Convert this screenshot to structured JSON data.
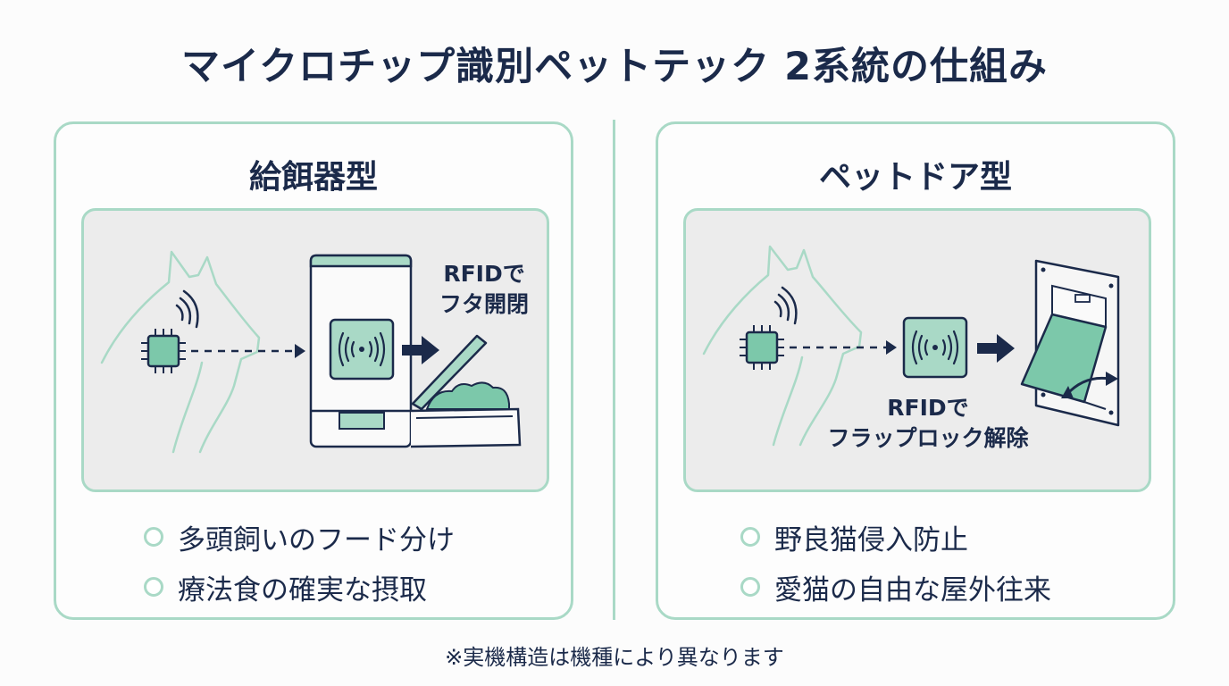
{
  "title": "マイクロチップ識別ペットテック 2系統の仕組み",
  "left_card": {
    "title": "給餌器型",
    "rfid_line1": "RFIDで",
    "rfid_line2": "フタ開閉",
    "bullets": [
      "多頭飼いのフード分け",
      "療法食の確実な摂取"
    ]
  },
  "right_card": {
    "title": "ペットドア型",
    "rfid_line1": "RFIDで",
    "rfid_line2": "フラップロック解除",
    "bullets": [
      "野良猫侵入防止",
      "愛猫の自由な屋外往来"
    ]
  },
  "footnote": "※実機構造は機種により異なります",
  "colors": {
    "accent": "#a9d9c6",
    "accent_fill": "#7cc8aa",
    "navy": "#1b2a4a",
    "panel_bg": "#ececec"
  },
  "icons": [
    "cat-outline-icon",
    "microchip-icon",
    "signal-waves-icon",
    "rfid-reader-icon",
    "arrow-right-icon",
    "feeder-icon",
    "food-bowl-icon",
    "pet-door-icon",
    "flap-swing-arrow-icon"
  ]
}
